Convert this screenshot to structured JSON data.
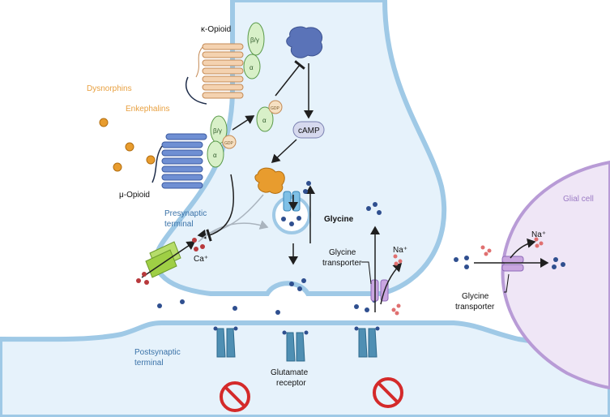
{
  "labels": {
    "kappa_opioid": "κ-Opioid",
    "dynorphins": "Dysnorphins",
    "enkephalins": "Enkephalins",
    "mu_opioid": "μ-Opioid",
    "camp": "cAMP",
    "presynaptic_line1": "Presynaptic",
    "presynaptic_line2": "terminal",
    "calcium": "Ca⁺",
    "glycine": "Glycine",
    "glycine_transporter_line1": "Glycine",
    "glycine_transporter_line2": "transporter",
    "sodium": "Na⁺",
    "glial_cell": "Glial cell",
    "glial_na": "Na⁺",
    "glial_transporter_line1": "Glycine",
    "glial_transporter_line2": "transporter",
    "postsynaptic_line1": "Postsynaptic",
    "postsynaptic_line2": "terminal",
    "glutamate_line1": "Glutamate",
    "glutamate_line2": "receptor",
    "beta_gamma": "β/γ",
    "alpha": "α",
    "gdp": "GDP"
  },
  "colors": {
    "membrane_fill": "#e6f2fb",
    "membrane_stroke": "#9fc9e6",
    "peptide_orange": "#e89c2e",
    "kappa_receptor": "#f4d2b0",
    "mu_receptor": "#6f8fd3",
    "g_protein_green": "#d8f0c8",
    "adenylyl_cyclase": "#5a73b8",
    "glycine_dot": "#2f4f8f",
    "calcium_dot": "#b8393c",
    "sodium_dot": "#e07070",
    "transporter_purple": "#c9a6e0",
    "glial_fill": "#efe6f6",
    "glial_stroke": "#b89bd6",
    "glutamate_receptor": "#4f8fb3",
    "label_blue": "#3a72a8",
    "label_orange": "#e8a040",
    "label_purple": "#9b7bc4",
    "prohibited_red": "#d42a2a"
  },
  "icons": [
    "adenylyl-cyclase-icon",
    "pka-icon",
    "prohibited-icon",
    "calcium-channel-icon",
    "glycine-channel-icon",
    "glutamate-receptor-icon",
    "glycine-transporter-icon"
  ]
}
